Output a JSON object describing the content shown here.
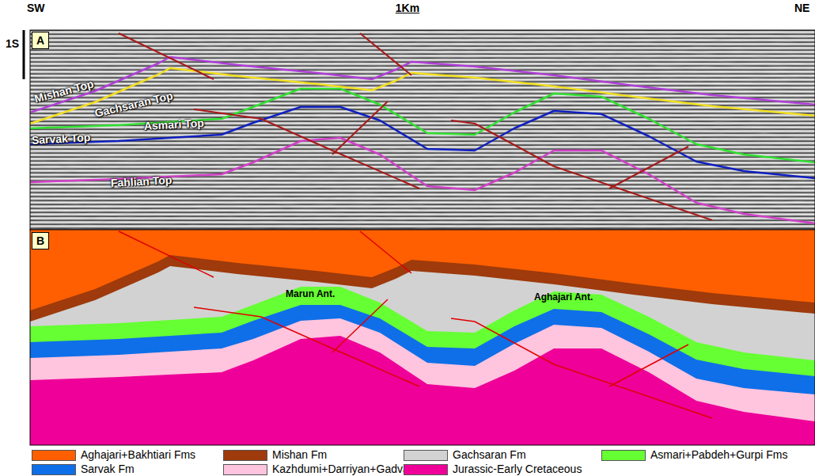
{
  "diagram": {
    "nodes": [
      {
        "text": [
          "A"
        ]
      },
      {
        "text": [
          "B"
        ]
      }
    ],
    "labels": [
      "SW",
      "1Km",
      "NE",
      "1S",
      "Mishan Top",
      "Gachsaran Top",
      "Asmari Top",
      "Sarvak Top",
      "Fahlian Top",
      "Marun Ant.",
      "Aghajari Ant."
    ],
    "legend": [
      {
        "text": "Aghajari+Bakhtiari Fms",
        "color": "#ff5f00"
      },
      {
        "text": "Mishan Fm",
        "color": "#9e3a0c"
      },
      {
        "text": "Gachsaran Fm",
        "color": "#d2d2d2"
      },
      {
        "text": "Asmari+Pabdeh+Gurpi Fms",
        "color": "#66ff33"
      },
      {
        "text": "Sarvak Fm",
        "color": "#0f6fe8"
      },
      {
        "text": "Kazhdumi+Darriyan+Gadvan Fms",
        "color": "#ffc4de"
      },
      {
        "text": "Jurassic-Early Cretaceous",
        "color": "#ee0099"
      }
    ]
  }
}
